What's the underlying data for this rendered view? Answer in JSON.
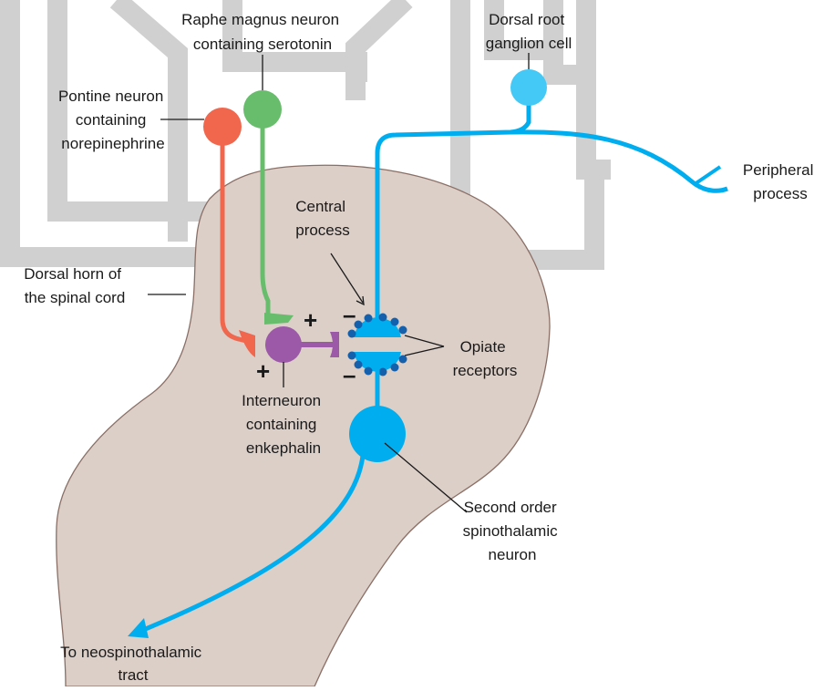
{
  "colors": {
    "background": "#ffffff",
    "spinal_outline": "#d0d0d0",
    "dorsal_horn_fill": "#dccfc8",
    "dorsal_horn_stroke": "#8a6f66",
    "pontine_neuron": "#f0674e",
    "raphe_neuron": "#68bd6c",
    "interneuron": "#9b59a8",
    "primary_afferent": "#00aeef",
    "dorsal_root_ganglion": "#44c8f5",
    "second_order_neuron": "#00aeef",
    "opiate_receptor": "#1560ad",
    "label_text": "#1a1a1a"
  },
  "labels": {
    "raphe": [
      "Raphe magnus neuron",
      "containing serotonin"
    ],
    "pontine": [
      "Pontine neuron",
      "containing",
      "norepinephrine"
    ],
    "drg": [
      "Dorsal root",
      "ganglion cell"
    ],
    "peripheral": [
      "Peripheral",
      "process"
    ],
    "central": [
      "Central",
      "process"
    ],
    "dorsal_horn": [
      "Dorsal horn of",
      "the spinal cord"
    ],
    "opiate": [
      "Opiate",
      "receptors"
    ],
    "interneuron": [
      "Interneuron",
      "containing",
      "enkephalin"
    ],
    "second_order": [
      "Second order",
      "spinothalamic",
      "neuron"
    ],
    "tract": [
      "To neospinothalamic",
      "tract"
    ]
  },
  "signs": {
    "plus_upper": "+",
    "plus_lower": "+",
    "minus_upper": "–",
    "minus_lower": "–"
  }
}
